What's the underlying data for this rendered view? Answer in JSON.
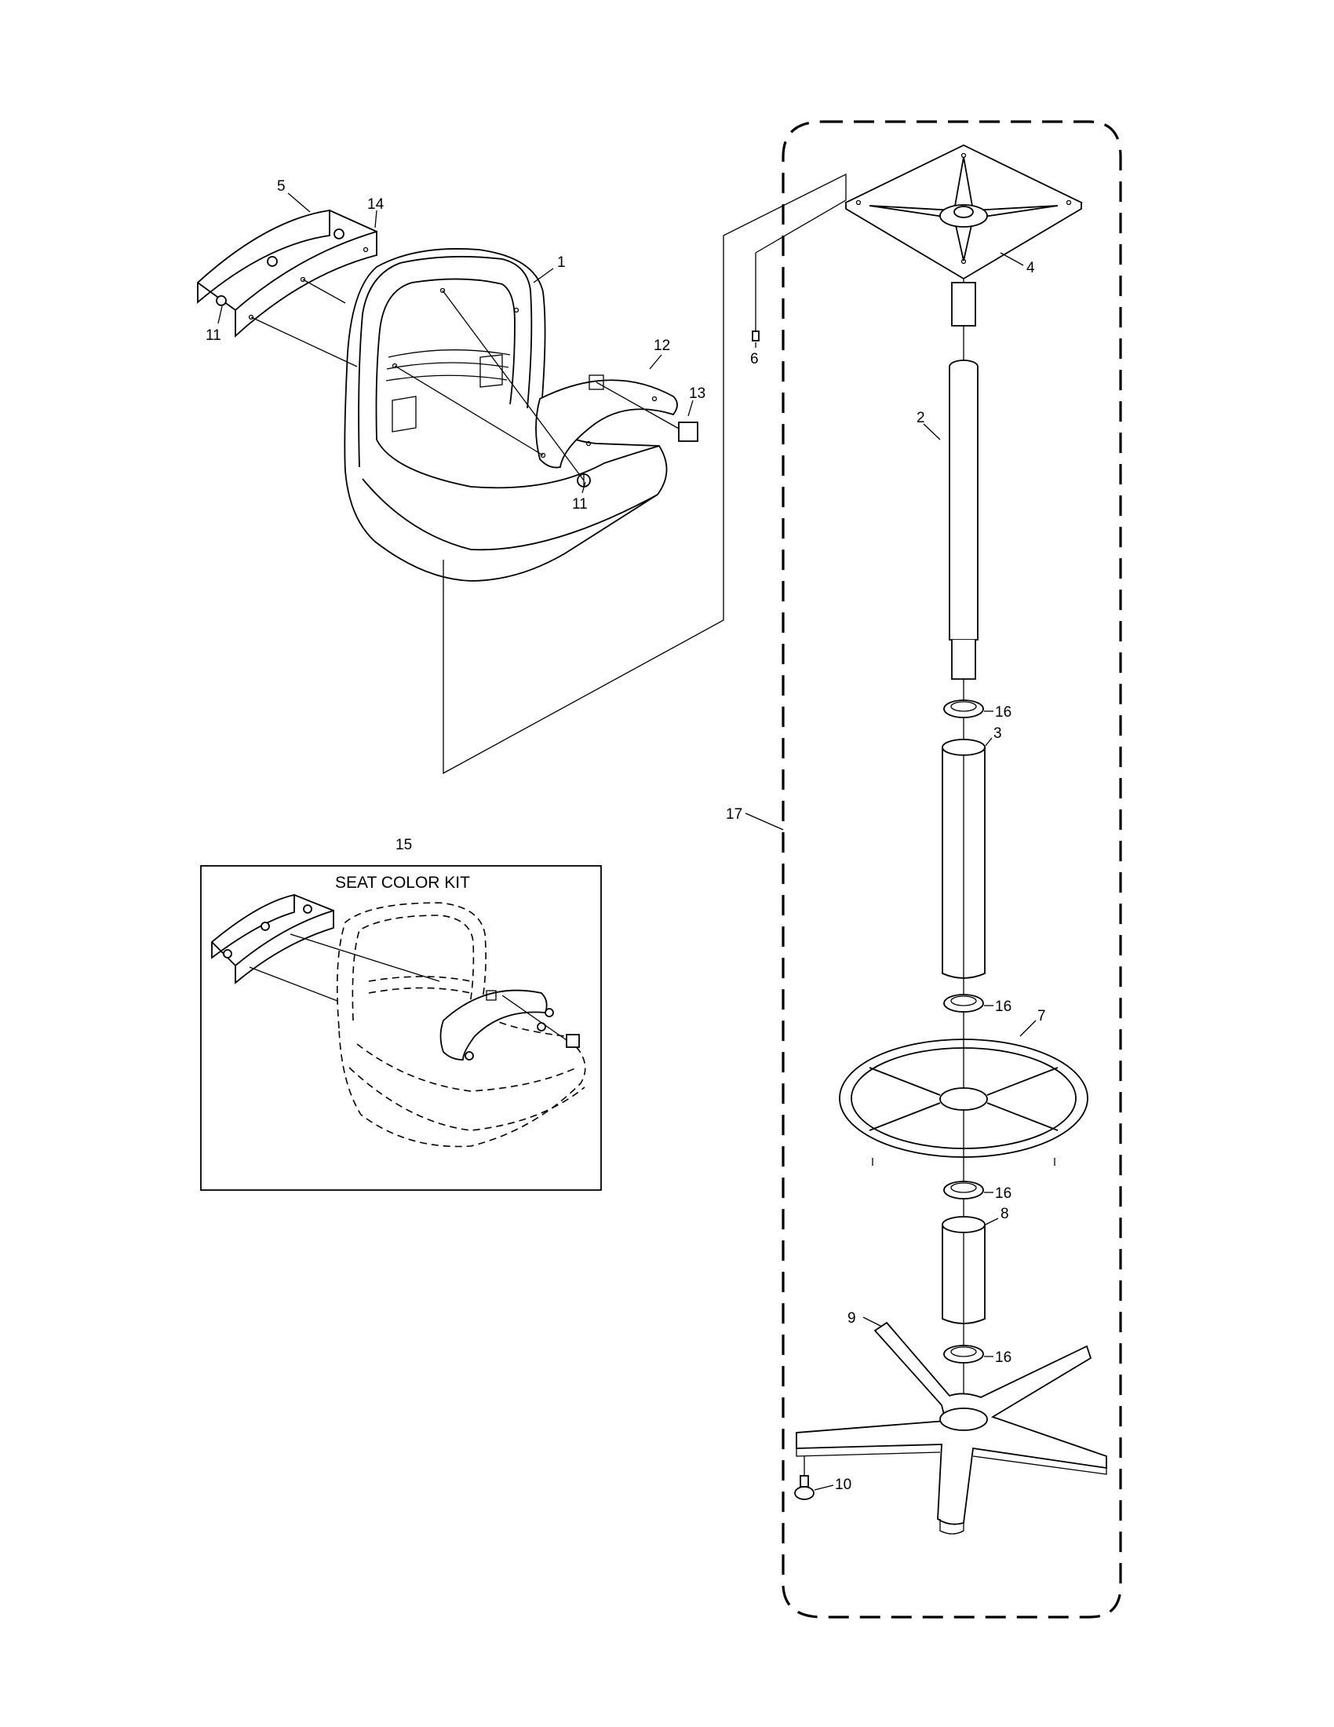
{
  "callouts": {
    "c1": "1",
    "c2": "2",
    "c3": "3",
    "c4": "4",
    "c5": "5",
    "c6": "6",
    "c7": "7",
    "c8": "8",
    "c9": "9",
    "c10": "10",
    "c11a": "11",
    "c11b": "11",
    "c12": "12",
    "c13": "13",
    "c14": "14",
    "c15": "15",
    "c16a": "16",
    "c16b": "16",
    "c16c": "16",
    "c16d": "16",
    "c17": "17"
  },
  "kit": {
    "title": "SEAT COLOR KIT"
  }
}
